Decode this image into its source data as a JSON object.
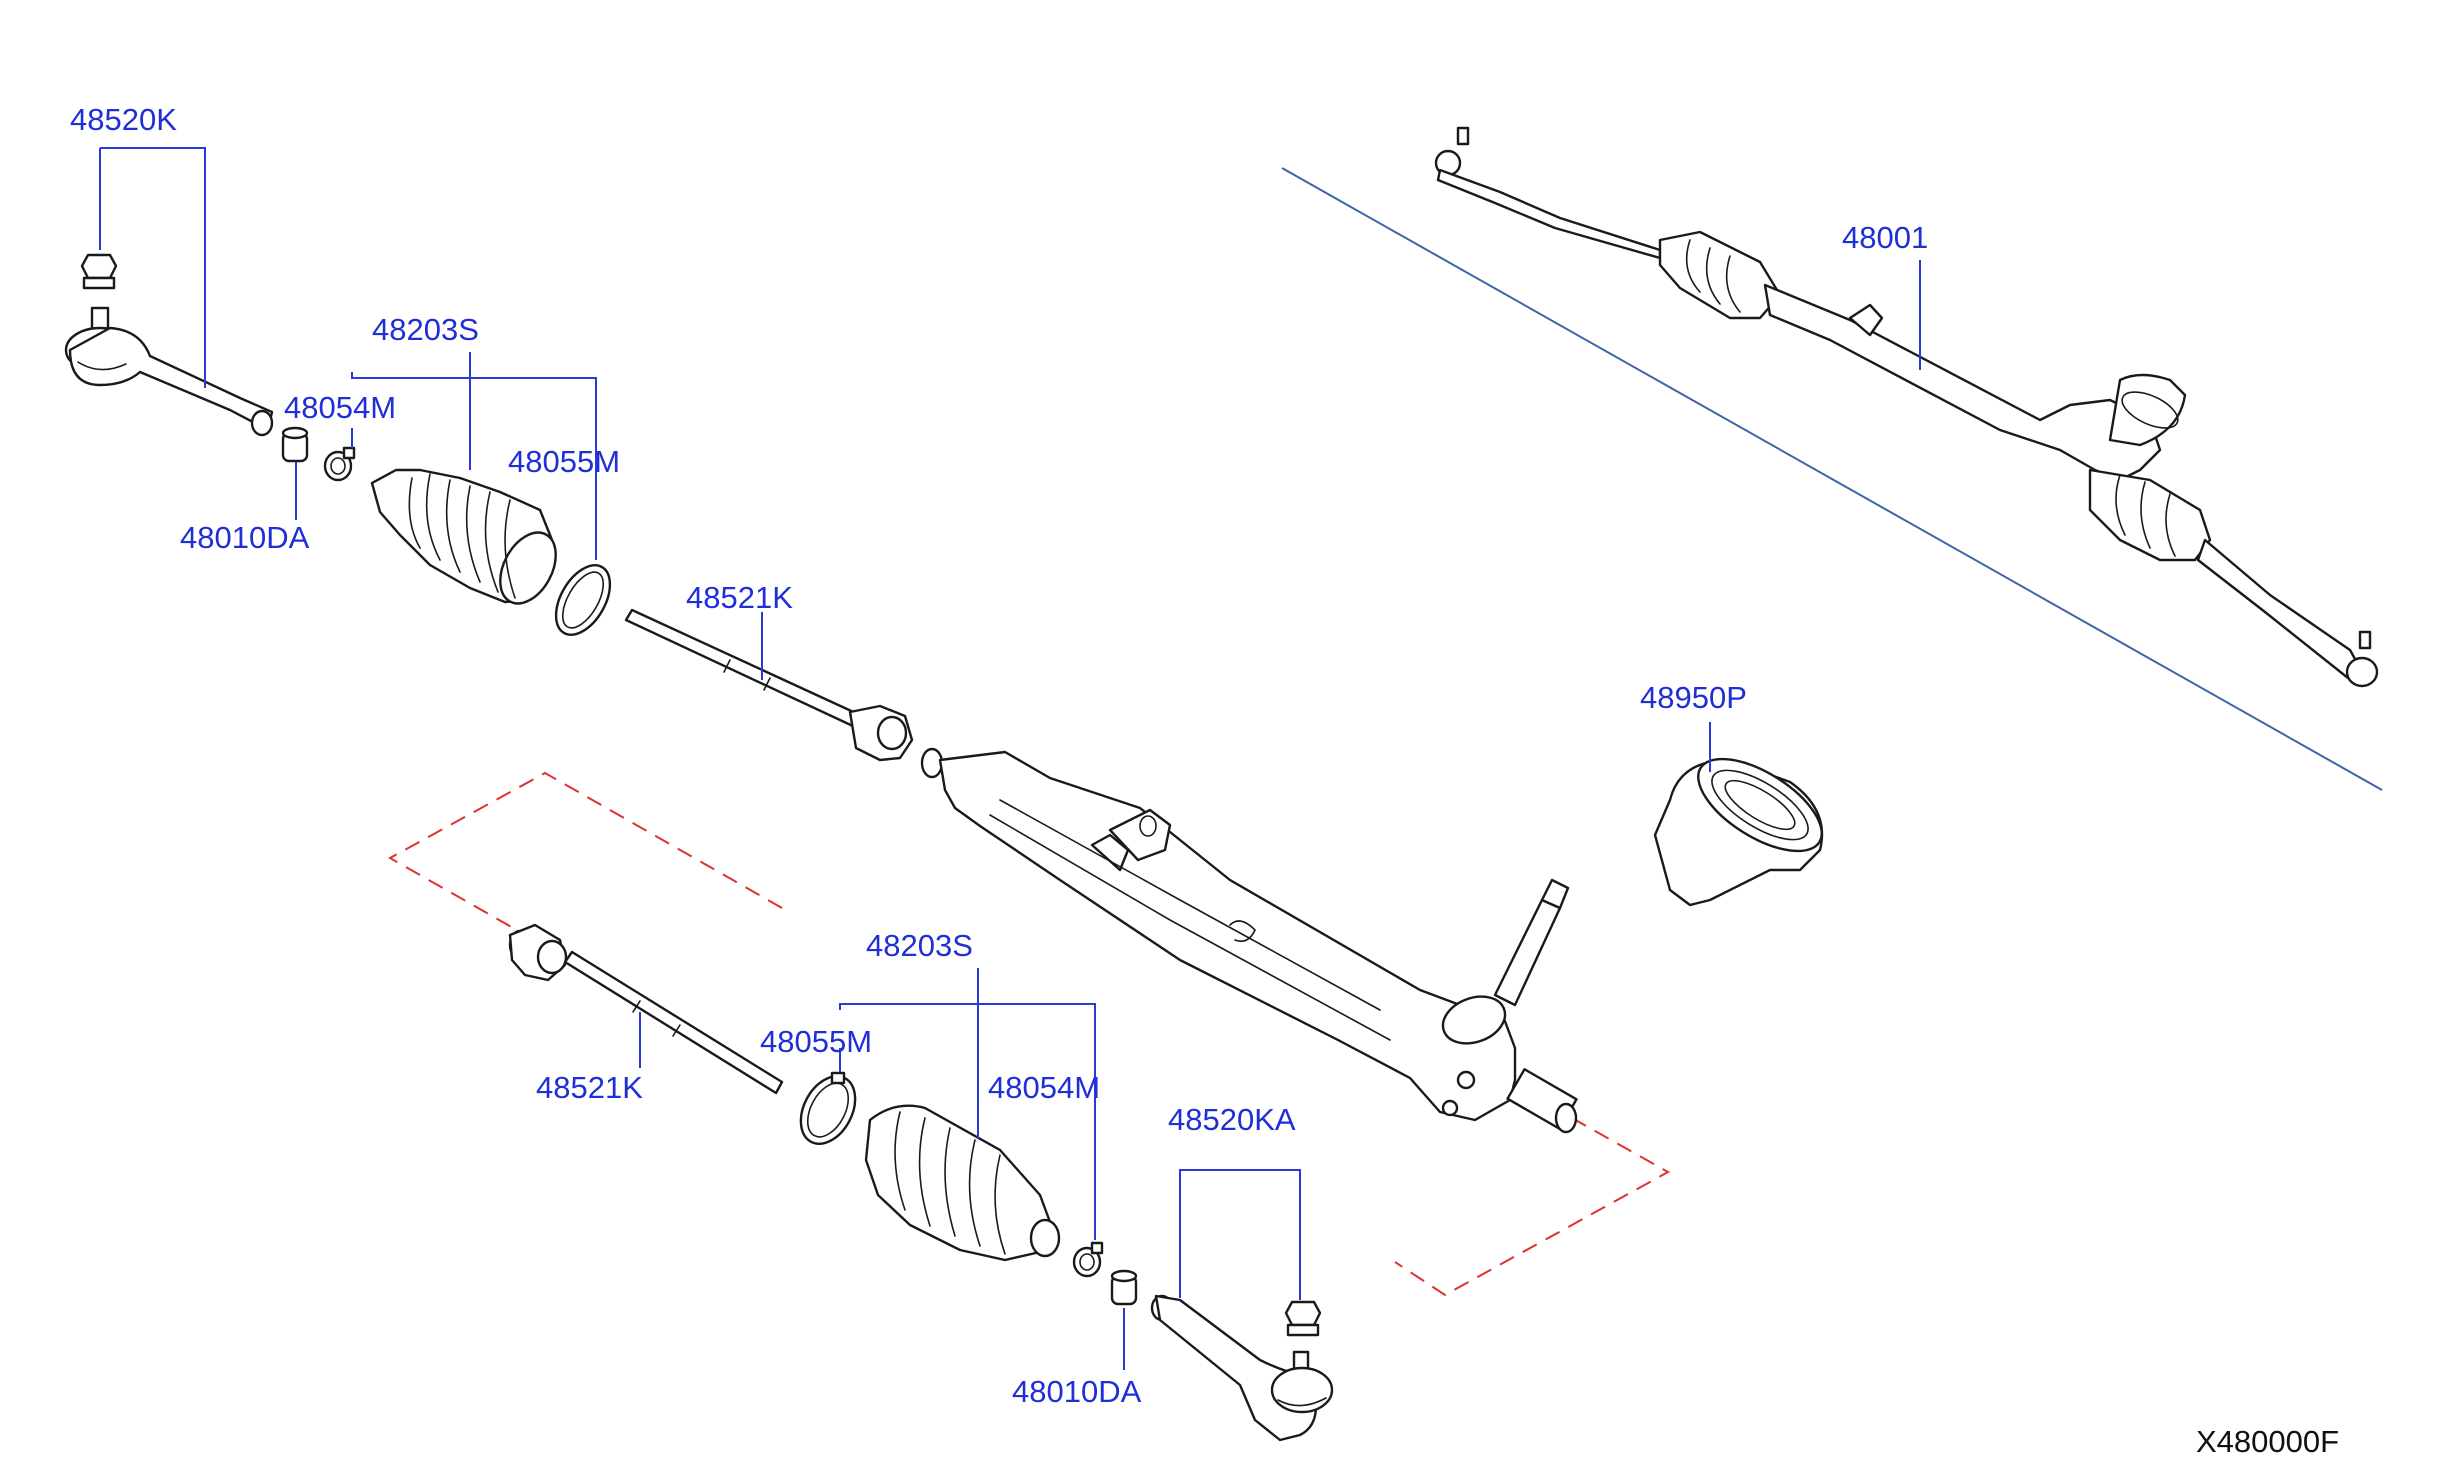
{
  "diagram": {
    "callouts": [
      {
        "id": "tie-rod-end-upper",
        "part_no": "48520K"
      },
      {
        "id": "boot-upper",
        "part_no": "48203S"
      },
      {
        "id": "clamp-small-upper",
        "part_no": "48054M"
      },
      {
        "id": "clamp-large-upper",
        "part_no": "48055M"
      },
      {
        "id": "bushing-upper",
        "part_no": "48010DA"
      },
      {
        "id": "inner-socket-upper",
        "part_no": "48521K"
      },
      {
        "id": "gear-assembly",
        "part_no": "48001"
      },
      {
        "id": "grommet",
        "part_no": "48950P"
      },
      {
        "id": "boot-lower",
        "part_no": "48203S"
      },
      {
        "id": "clamp-large-lower",
        "part_no": "48055M"
      },
      {
        "id": "inner-socket-lower",
        "part_no": "48521K"
      },
      {
        "id": "clamp-small-lower",
        "part_no": "48054M"
      },
      {
        "id": "tie-rod-end-lower",
        "part_no": "48520KA"
      },
      {
        "id": "bushing-lower",
        "part_no": "48010DA"
      }
    ],
    "figure_code": "X480000F",
    "colors": {
      "callout": "#1f2fd8",
      "linework": "#1a1a1a",
      "reference_dash": "#e03030",
      "separator": "#3d63a8"
    }
  }
}
